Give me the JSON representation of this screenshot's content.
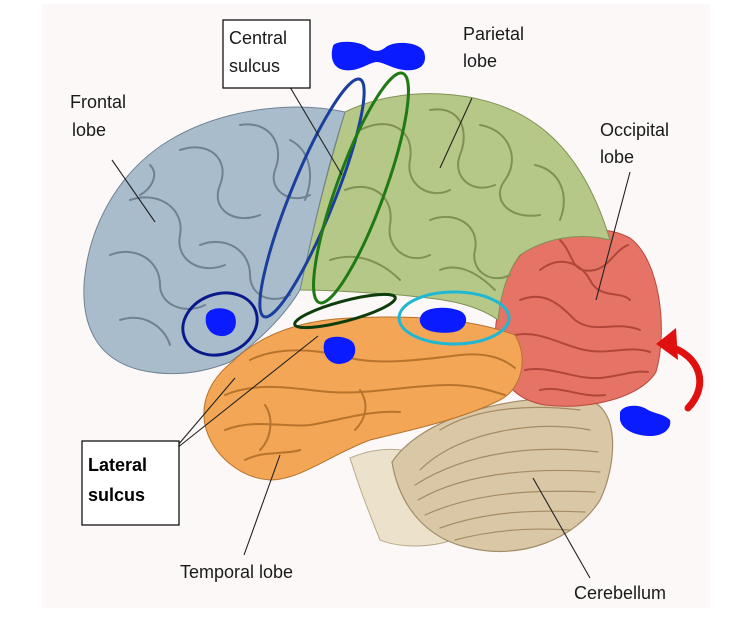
{
  "labels": {
    "frontal_l1": "Frontal",
    "frontal_l2": "lobe",
    "central_l1": "Central",
    "central_l2": "sulcus",
    "parietal_l1": "Parietal",
    "parietal_l2": "lobe",
    "occipital_l1": "Occipital",
    "occipital_l2": "lobe",
    "lateral_l1": "Lateral",
    "lateral_l2": "sulcus",
    "temporal": "Temporal lobe",
    "cerebellum": "Cerebellum"
  },
  "colors": {
    "background": "#fdf8f8",
    "frontal": "#a9bccb",
    "parietal": "#b5c888",
    "occipital": "#e57466",
    "temporal": "#f2a656",
    "cerebellum": "#d9c7a6",
    "brainstem": "#ece2cb",
    "annotation_navy": "#0a1a8a",
    "annotation_green": "#1f7a14",
    "annotation_darkgreen": "#0c3d0a",
    "annotation_blue": "#1b3f9c",
    "annotation_cyan": "#1fb7d4",
    "marker_blue": "#0a1cff",
    "arrow_red": "#e01010"
  }
}
